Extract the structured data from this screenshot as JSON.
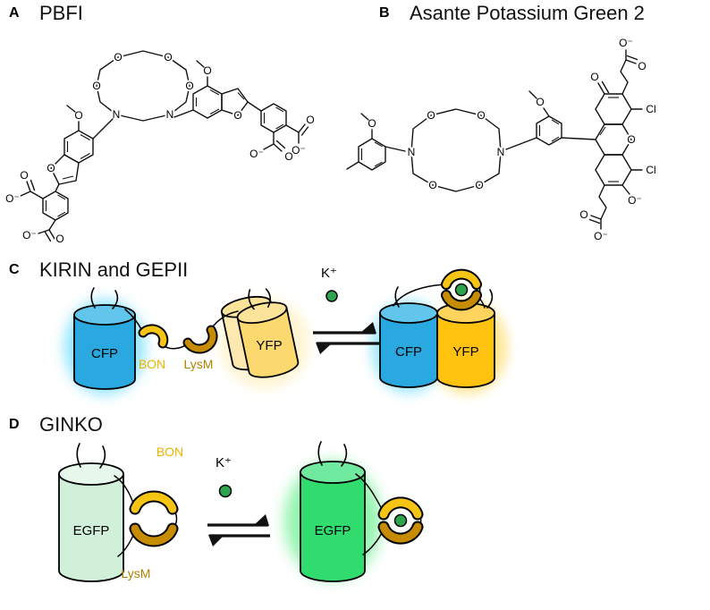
{
  "figure": {
    "panel_a": {
      "tag": "A",
      "title": "PBFI"
    },
    "panel_b": {
      "tag": "B",
      "title": "Asante Potassium Green 2"
    },
    "panel_c": {
      "tag": "C",
      "title": "KIRIN and GEPII",
      "cfp": "CFP",
      "yfp": "YFP",
      "bon": "BON",
      "lysm": "LysM",
      "k_ion": "K⁺",
      "cfp_bound": "CFP",
      "yfp_bound": "YFP"
    },
    "panel_d": {
      "tag": "D",
      "title": "GINKO",
      "egfp": "EGFP",
      "bon": "BON",
      "lysm": "LysM",
      "k_ion": "K⁺",
      "egfp_bound": "EGFP"
    },
    "atoms": {
      "o": "O",
      "n": "N",
      "cl": "Cl",
      "o_minus": "O⁻"
    },
    "colors": {
      "cfp": "#2AA9E0",
      "cfp_top": "#62C6EC",
      "cfp_glow": "#8FE4FF",
      "yfp": "#FFC20E",
      "yfp_top": "#FFD45C",
      "yfp_glow": "#FFE07A",
      "yfp_pale": "#FBD96E",
      "yfp_pale_top": "#FCE39A",
      "yfp_pale_back": "#FDE9B0",
      "bon": "#F6C513",
      "lysm": "#C78B00",
      "bon_label": "#E9B400",
      "lysm_label": "#B28000",
      "egfp_pale": "#D0F0DA",
      "egfp_pale_top": "#E6F8EC",
      "egfp": "#30DC6E",
      "egfp_top": "#6FEA9E",
      "egfp_glow": "#80F2A0",
      "k_ion": "#2FA44F"
    }
  }
}
